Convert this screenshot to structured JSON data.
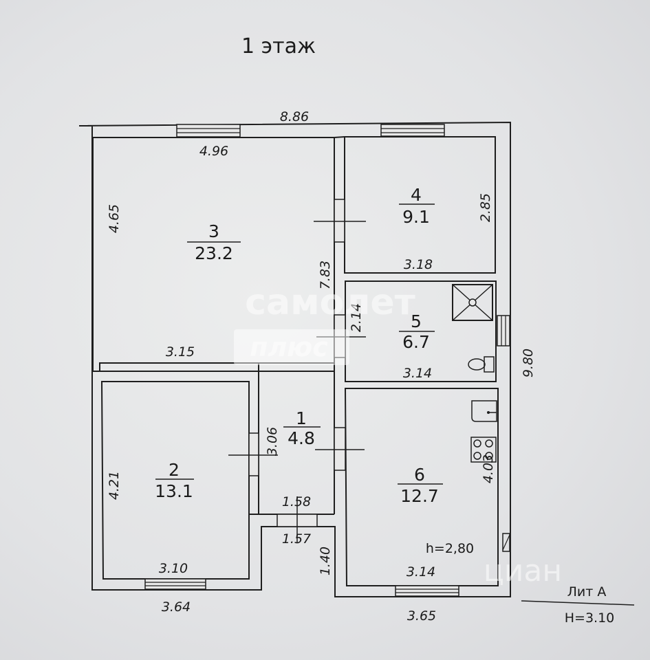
{
  "title": "1 этаж",
  "watermark": {
    "brand": "самолет",
    "sub": "плюс",
    "corner": "циан"
  },
  "rooms": [
    {
      "number": "3",
      "area": "23.2"
    },
    {
      "number": "4",
      "area": "9.1"
    },
    {
      "number": "5",
      "area": "6.7"
    },
    {
      "number": "1",
      "area": "4.8"
    },
    {
      "number": "2",
      "area": "13.1"
    },
    {
      "number": "6",
      "area": "12.7"
    }
  ],
  "dimensions": {
    "outer_top": "8.86",
    "room3_top": "4.96",
    "room3_left": "4.65",
    "room3_bottom": "3.15",
    "corridor_length": "7.83",
    "room4_right": "2.85",
    "room4_bottom": "3.18",
    "room5_side": "2.14",
    "room5_bottom": "3.14",
    "outer_right": "9.80",
    "room1_side": "3.06",
    "room2_left": "4.21",
    "room2_bottom": "3.10",
    "outer_bottom_left": "3.64",
    "entry_top": "1.58",
    "entry_bottom": "1.57",
    "entry_depth": "1.40",
    "room6_side": "4.03",
    "room6_bottom": "3.14",
    "outer_bottom_right": "3.65"
  },
  "room_height": "h=2,80",
  "lit_label": "Лит А",
  "building_height": "H=3.10",
  "colors": {
    "paper": "#e4e5e7",
    "ink": "#1e1e1e"
  }
}
